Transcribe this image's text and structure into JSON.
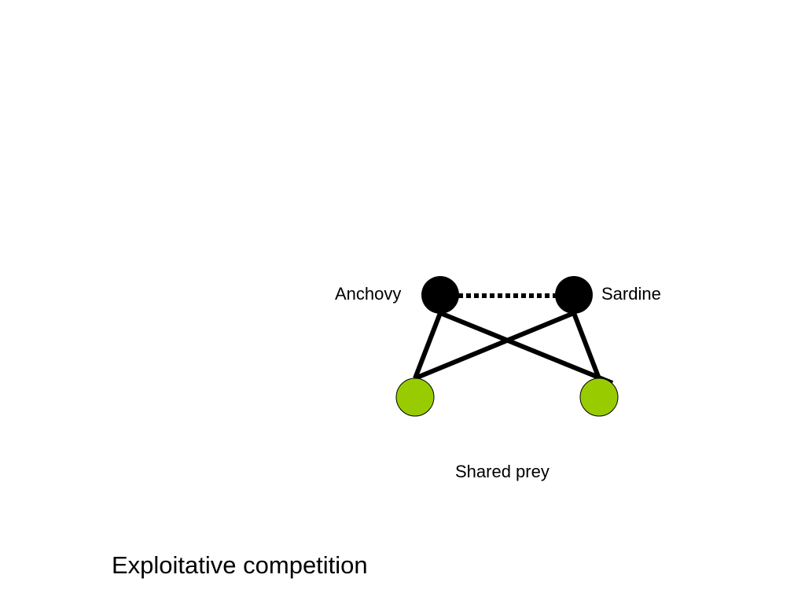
{
  "diagram": {
    "predators": {
      "left_label": "Anchovy",
      "right_label": "Sardine",
      "color": "#000000"
    },
    "prey": {
      "label": "Shared prey",
      "color": "#99cc00"
    },
    "caption": "Exploitative competition"
  }
}
